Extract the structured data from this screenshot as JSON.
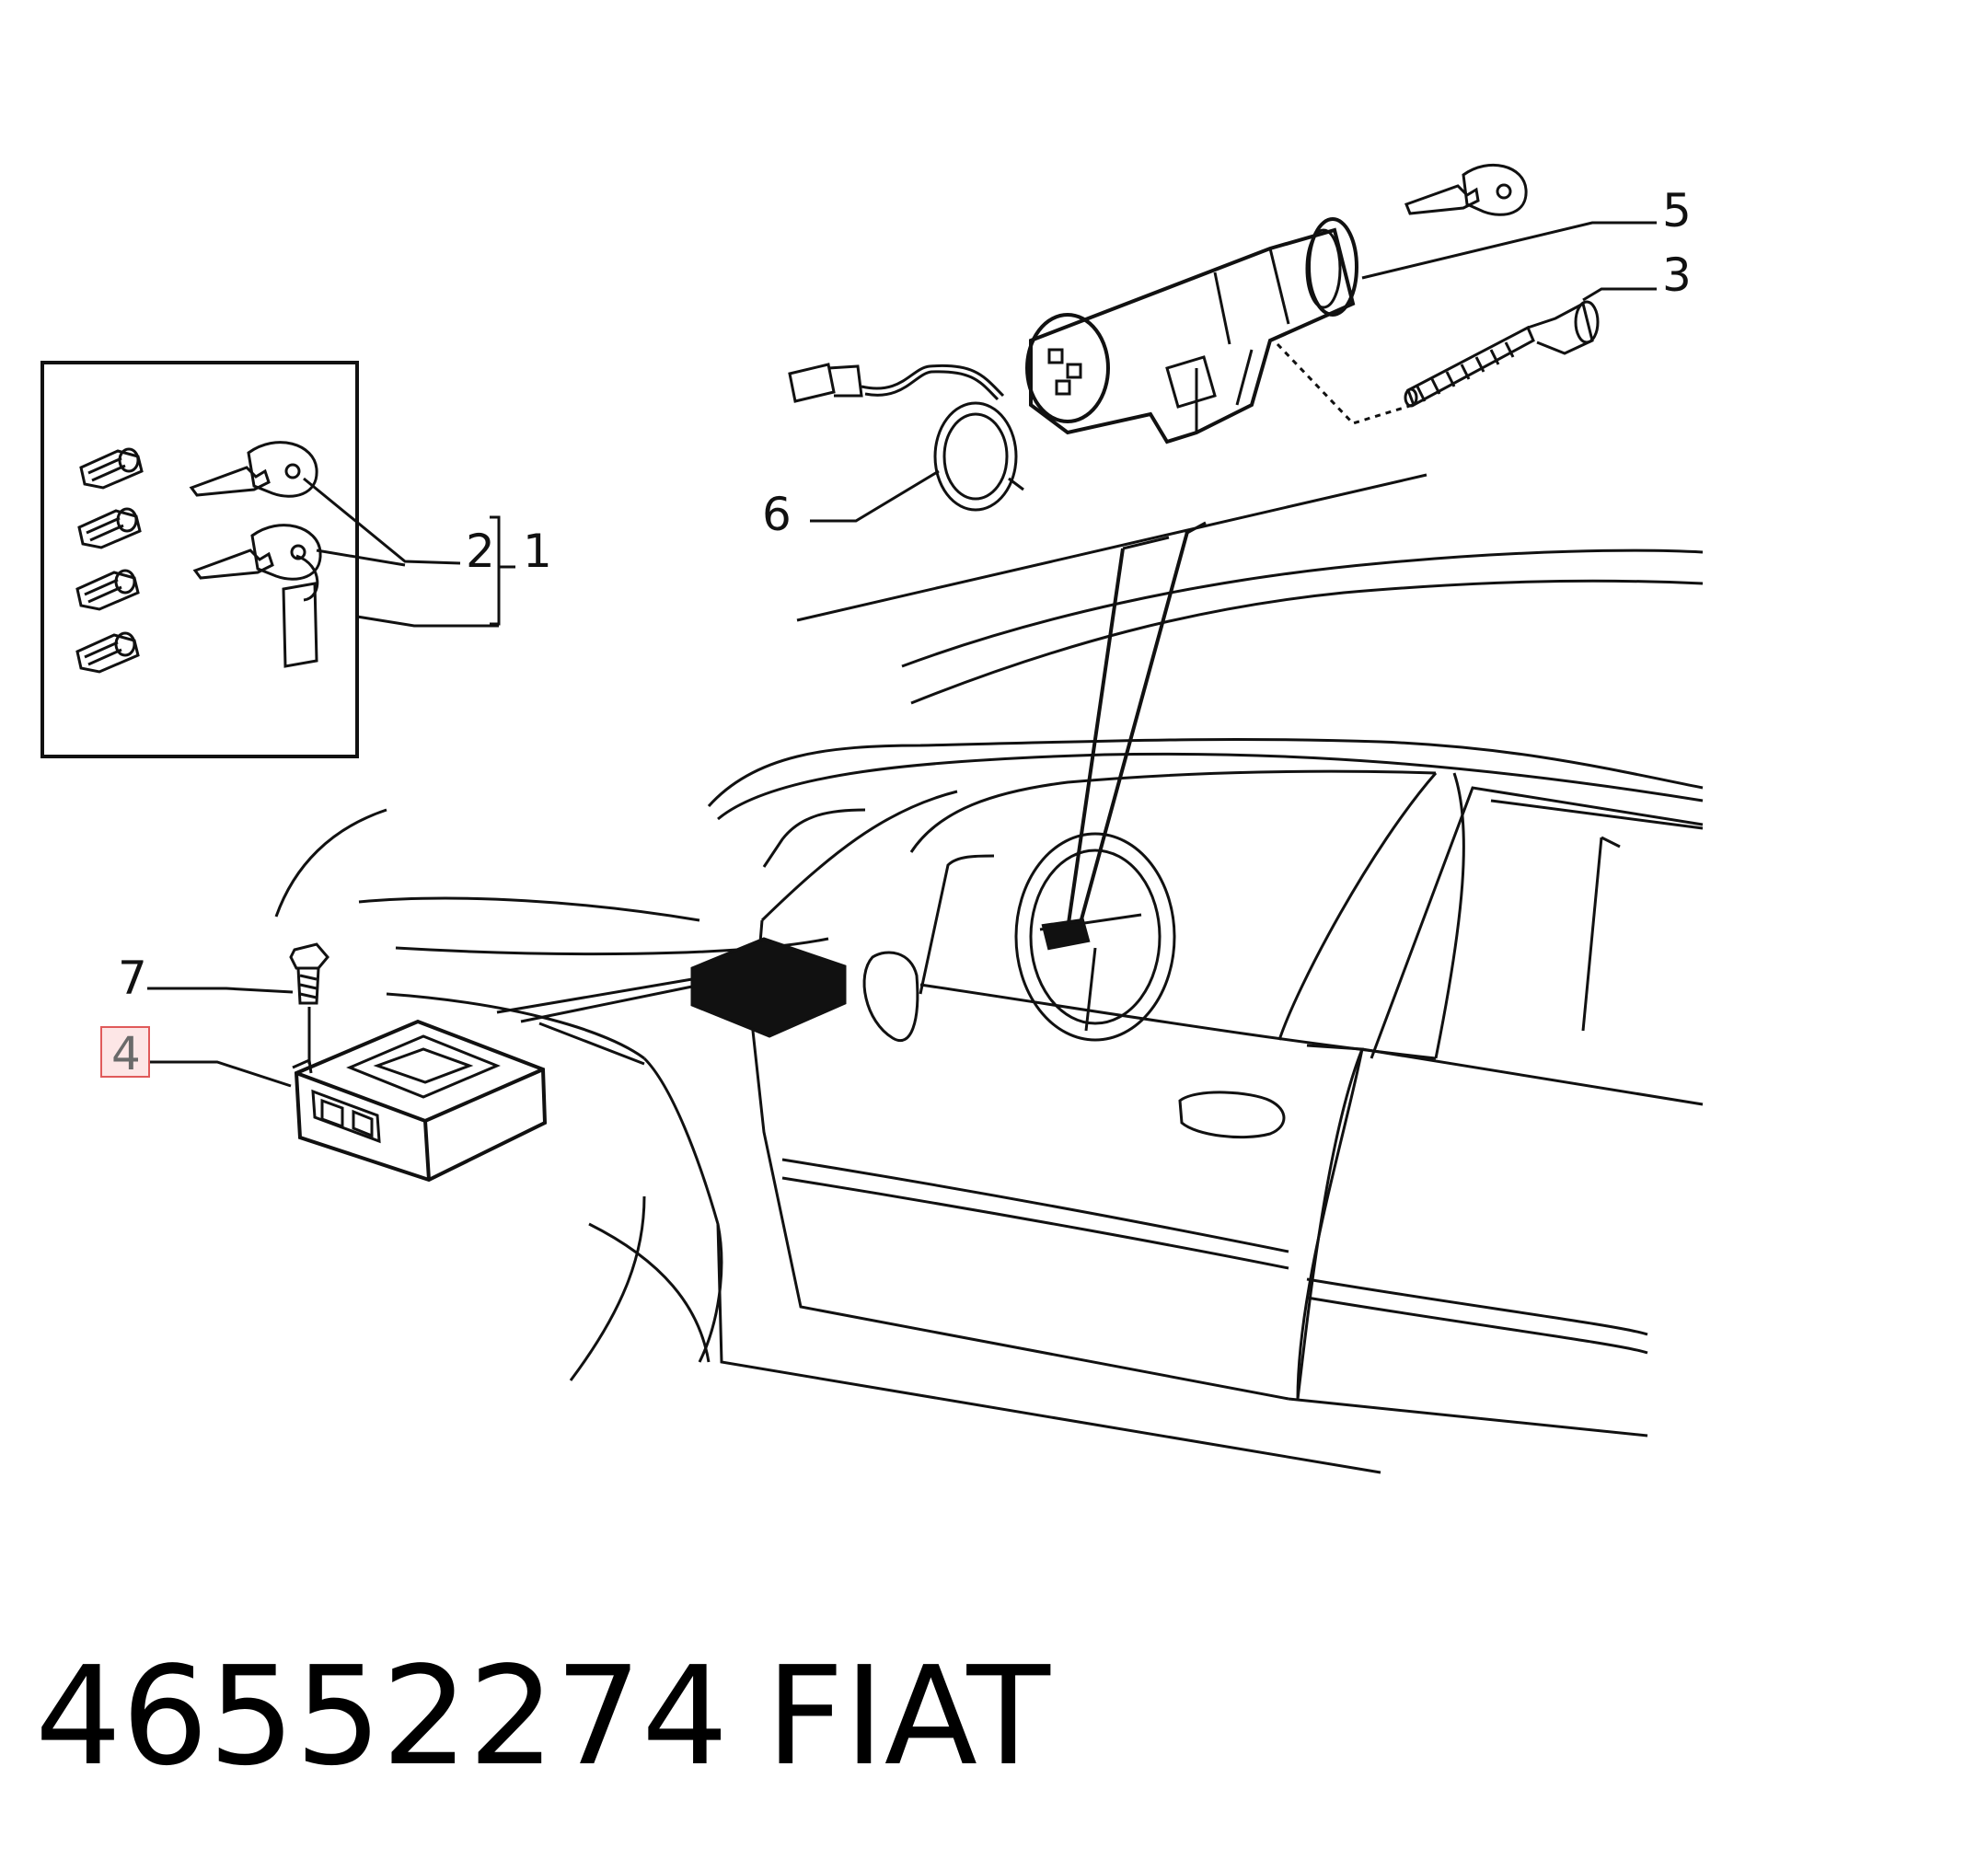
{
  "callouts": {
    "c1": "1",
    "c2": "2",
    "c3": "3",
    "c4": "4",
    "c5": "5",
    "c6": "6",
    "c7": "7"
  },
  "highlighted_callout": "4",
  "caption": {
    "part_number": "46552274",
    "brand": "FIAT"
  },
  "colors": {
    "line": "#111111",
    "highlight_border": "#e05a5a",
    "highlight_fill": "#fde6e6",
    "highlight_text": "#6a6a6a"
  }
}
